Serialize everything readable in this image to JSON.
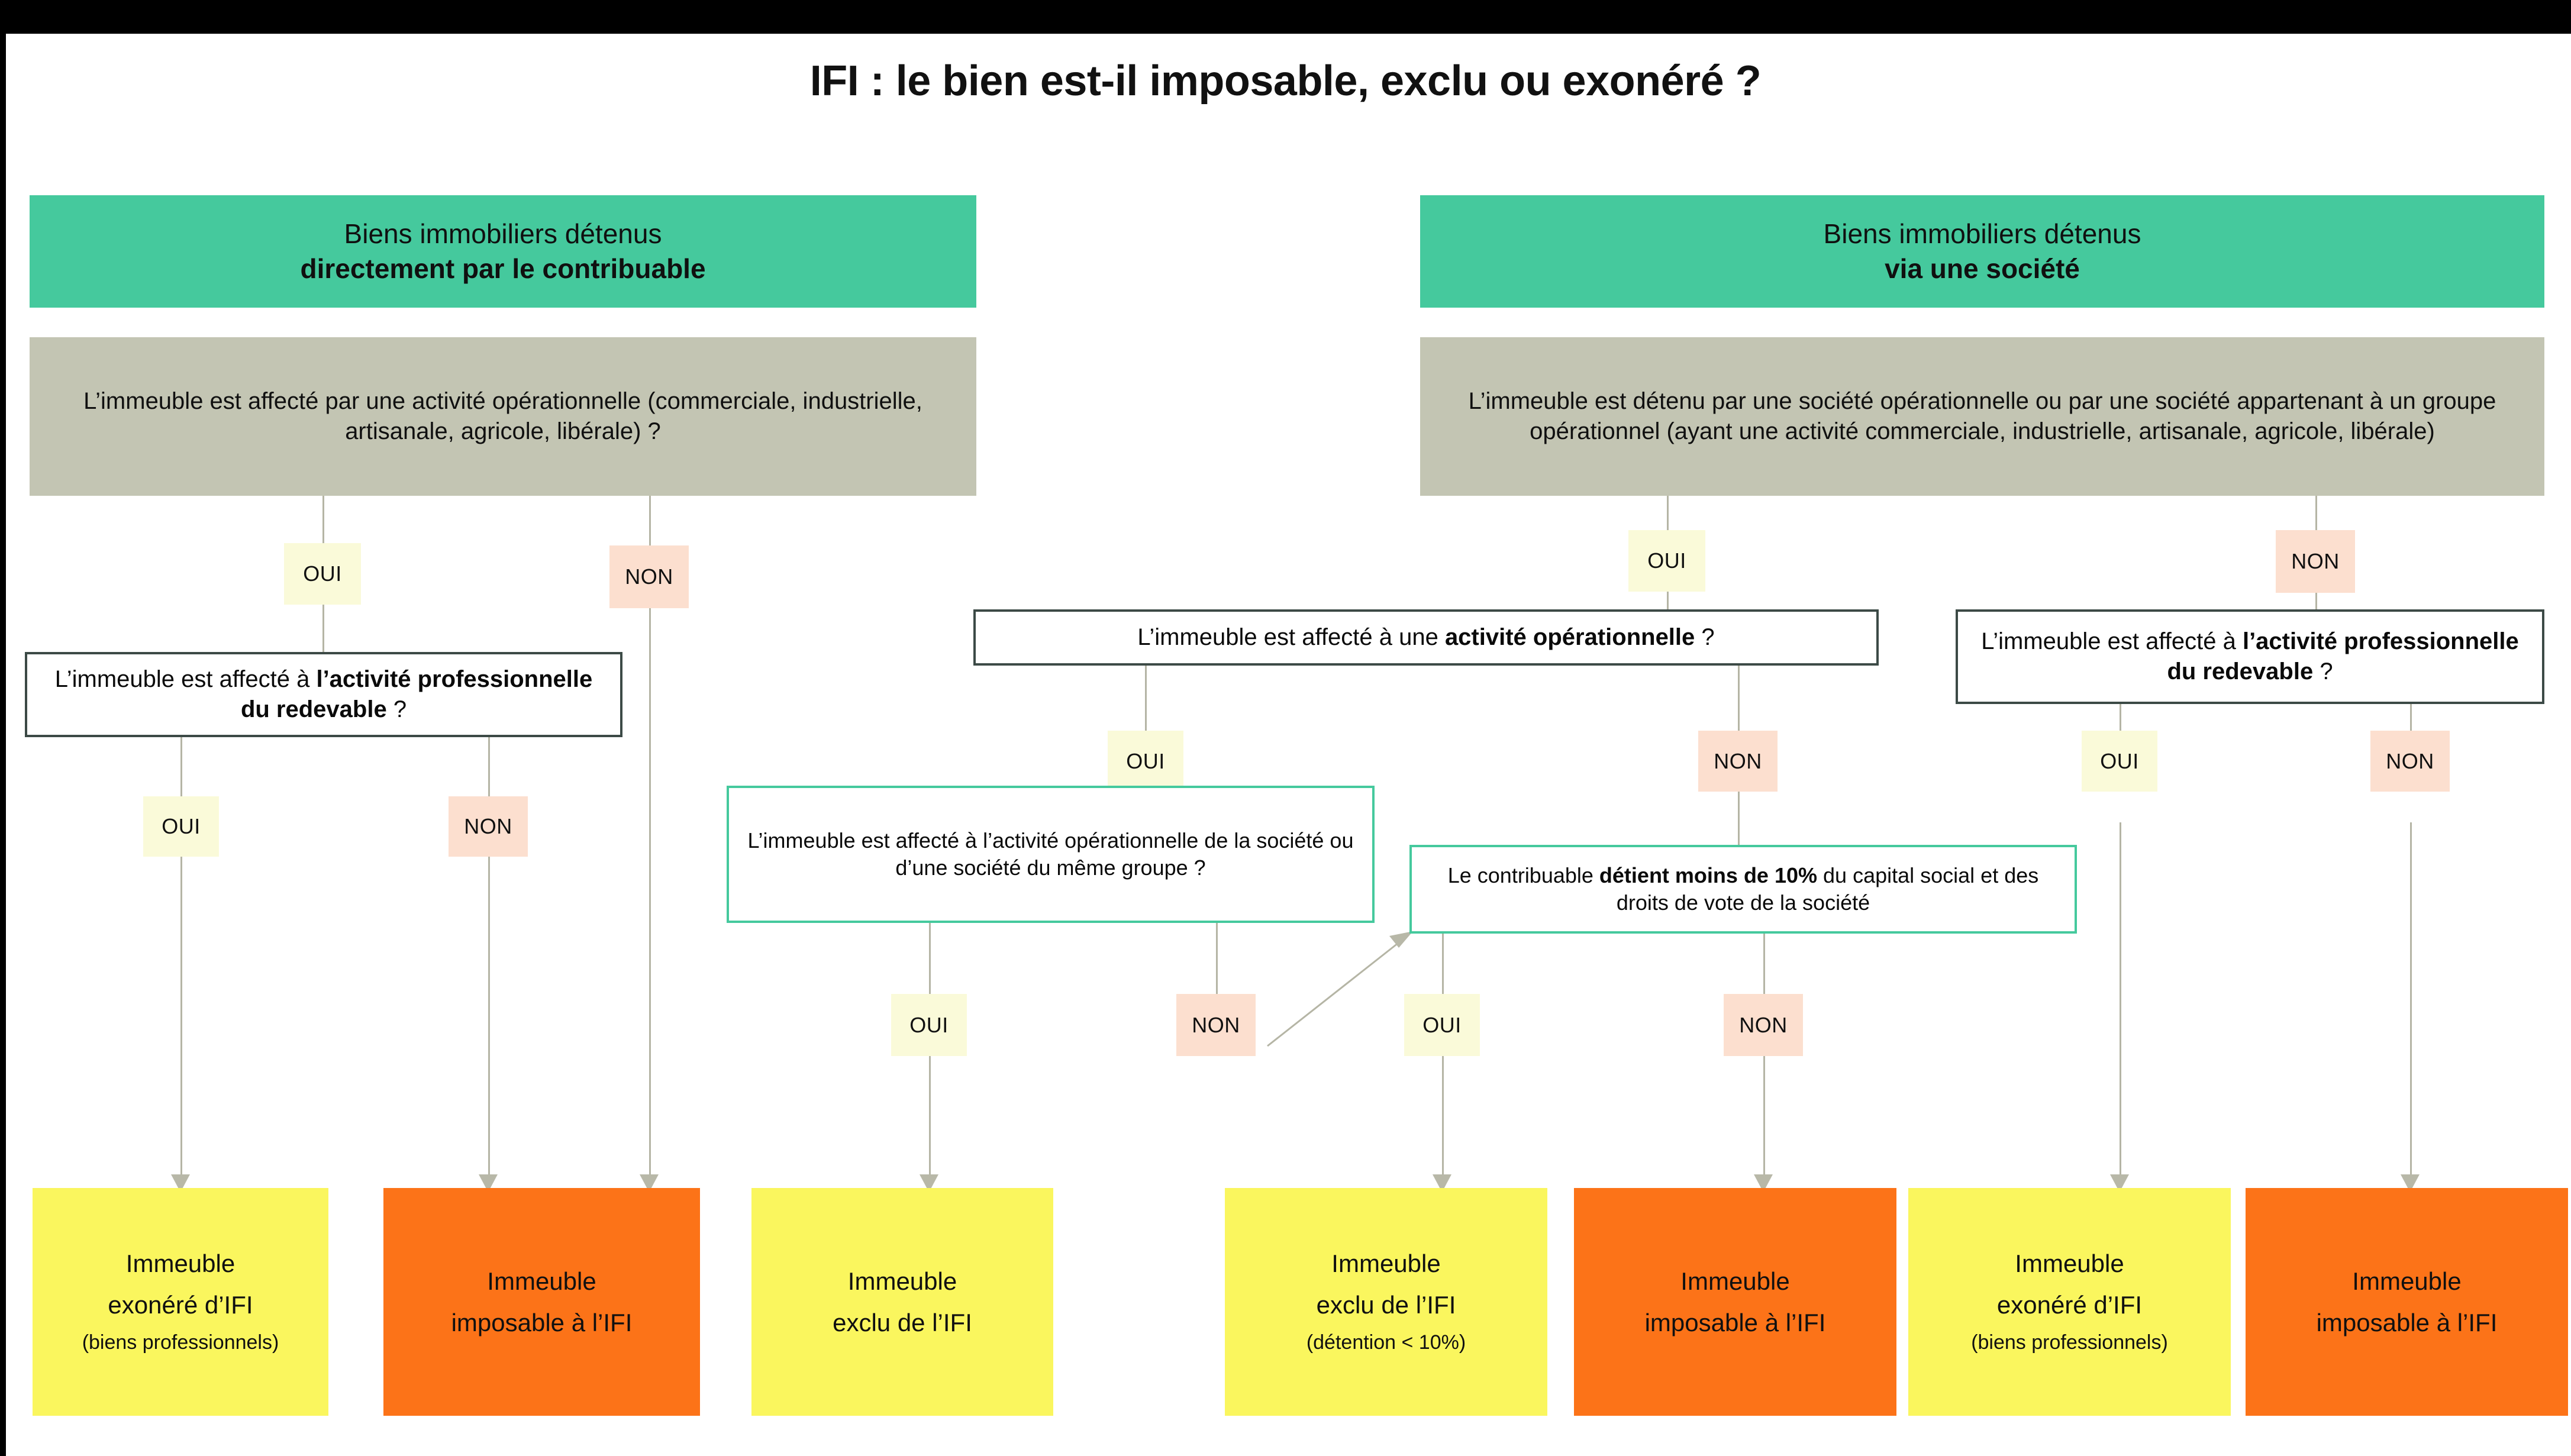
{
  "title": "IFI : le bien est-il imposable, exclu ou exonéré ?",
  "colors": {
    "green_header": "#45C99D",
    "premise_grey": "#C3C5B3",
    "result_yellow": "#FAF65E",
    "result_orange": "#FC7318",
    "badge_oui": "#FAFAD9",
    "badge_non": "#FCDFCF",
    "connector": "#B5B5A5",
    "border_dark": "#3C4A46",
    "border_teal": "#45C99D"
  },
  "branches": {
    "yes": "OUI",
    "no": "NON"
  },
  "columns": {
    "left": {
      "header_line1": "Biens immobiliers détenus",
      "header_line2": "directement par le contribuable",
      "premise": "L’immeuble est affecté par une activité opérationnelle (commerciale, industrielle, artisanale, agricole, libérale) ?"
    },
    "right": {
      "header_line1": "Biens immobiliers détenus",
      "header_line2": "via une société",
      "premise": "L’immeuble est détenu par une société opérationnelle ou par une société appartenant à un groupe opérationnel (ayant une activité commerciale, industrielle, artisanale, agricole, libérale)"
    }
  },
  "decisions": {
    "left_professional": {
      "plain_a": "L’immeuble est affecté à ",
      "bold": "l’activité professionnelle du redevable",
      "plain_b": " ?"
    },
    "mid_operational": {
      "plain_a": "L’immeuble est affecté à une ",
      "bold": "activité opérationnelle",
      "plain_b": " ?"
    },
    "right_professional": {
      "plain_a": "L’immeuble est affecté à ",
      "bold": "l’activité professionnelle du redevable",
      "plain_b": " ?"
    },
    "group_company": {
      "text": "L’immeuble est affecté à l’activité opérationnelle de la société ou d’une société du même groupe ?"
    },
    "holding_threshold": {
      "plain_a": "Le contribuable ",
      "bold": "détient moins de 10%",
      "plain_b": " du capital social et des droits de vote de la société"
    }
  },
  "results": [
    {
      "id": "r1",
      "kind": "yellow",
      "line1": "Immeuble",
      "line2": "exonéré d’IFI",
      "sub": "(biens professionnels)"
    },
    {
      "id": "r2",
      "kind": "orange",
      "line1": "Immeuble",
      "line2": "imposable à l’IFI",
      "sub": ""
    },
    {
      "id": "r3",
      "kind": "yellow",
      "line1": "Immeuble",
      "line2": "exclu de l’IFI",
      "sub": ""
    },
    {
      "id": "r4",
      "kind": "yellow",
      "line1": "Immeuble",
      "line2": "exclu de l’IFI",
      "sub": "(détention < 10%)"
    },
    {
      "id": "r5",
      "kind": "orange",
      "line1": "Immeuble",
      "line2": "imposable à l’IFI",
      "sub": ""
    },
    {
      "id": "r6",
      "kind": "yellow",
      "line1": "Immeuble",
      "line2": "exonéré d’IFI",
      "sub": "(biens professionnels)"
    },
    {
      "id": "r7",
      "kind": "orange",
      "line1": "Immeuble",
      "line2": "imposable à l’IFI",
      "sub": ""
    }
  ],
  "badges": {
    "b1": "OUI",
    "b2": "NON",
    "b3": "OUI",
    "b4": "NON",
    "b5": "OUI",
    "b6": "NON",
    "b7": "OUI",
    "b8": "NON",
    "b9": "OUI",
    "b10": "NON",
    "b11": "OUI",
    "b12": "NON"
  }
}
